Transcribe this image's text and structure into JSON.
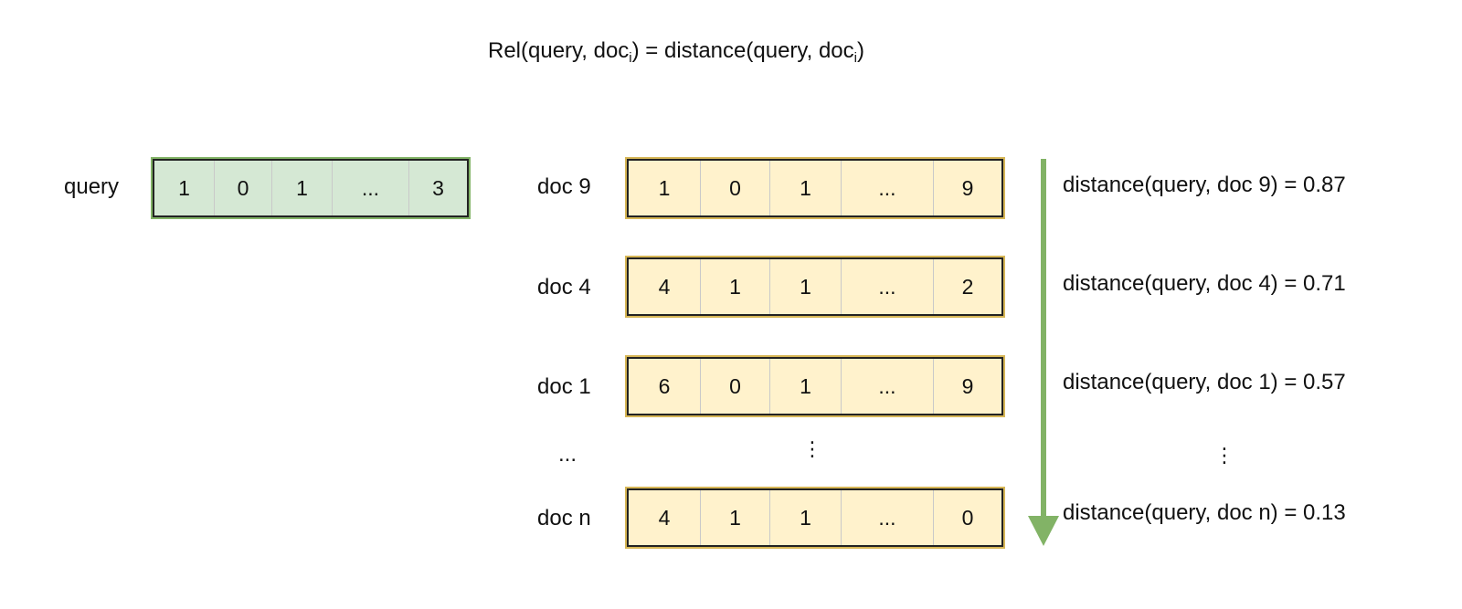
{
  "title": {
    "prefix": "Rel(query, doc",
    "sub1": "i",
    "middle": ") = distance(query, doc",
    "sub2": "i",
    "suffix": ")"
  },
  "query": {
    "label": "query",
    "cells": [
      "1",
      "0",
      "1",
      "...",
      "3"
    ]
  },
  "docs": [
    {
      "label": "doc 9",
      "cells": [
        "1",
        "0",
        "1",
        "...",
        "9"
      ],
      "distance": "distance(query, doc 9) = 0.87"
    },
    {
      "label": "doc 4",
      "cells": [
        "4",
        "1",
        "1",
        "...",
        "2"
      ],
      "distance": "distance(query, doc 4) = 0.71"
    },
    {
      "label": "doc 1",
      "cells": [
        "6",
        "0",
        "1",
        "...",
        "9"
      ],
      "distance": "distance(query, doc 1) = 0.57"
    },
    {
      "label": "doc n",
      "cells": [
        "4",
        "1",
        "1",
        "...",
        "0"
      ],
      "distance": "distance(query, doc n) = 0.13"
    }
  ],
  "ellipsis": {
    "doc_label": "...",
    "vector_dots": "⋮",
    "distance_dots": "⋮"
  },
  "colors": {
    "query_fill": "#d5e8d4",
    "query_stroke": "#82b366",
    "doc_fill": "#fff2cc",
    "doc_stroke": "#d6b656",
    "arrow": "#82b366"
  }
}
